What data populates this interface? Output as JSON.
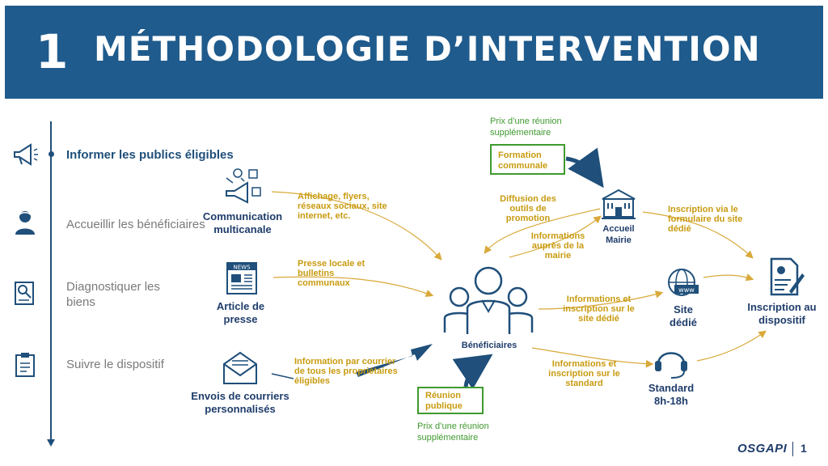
{
  "header": {
    "number": "1",
    "title": "MÉTHODOLOGIE D’INTERVENTION"
  },
  "steps": [
    {
      "label": "Informer les publics éligibles",
      "icon": "megaphone-icon",
      "active": true
    },
    {
      "label": "Accueillir les bénéficiaires",
      "icon": "receptionist-icon",
      "active": false
    },
    {
      "label": "Diagnostiquer les biens",
      "icon": "inspection-icon",
      "active": false
    },
    {
      "label": "Suivre le dispositif",
      "icon": "clipboard-icon",
      "active": false
    }
  ],
  "nodes": {
    "communication": "Communication multicanale",
    "article": "Article de presse",
    "courriers": "Envois de courriers personnalisés",
    "beneficiaires": "Bénéficiaires",
    "mairie": "Accueil Mairie",
    "site": "Site dédié",
    "standard": "Standard 8h-18h",
    "inscription": "Inscription au dispositif"
  },
  "edges": {
    "affichage": "Affichage, flyers, réseaux sociaux, site internet, etc.",
    "presse": "Presse locale et bulletins communaux",
    "courrier": "Information par courrier de tous les propriétaires éligibles",
    "diffusion": "Diffusion des outils de promotion",
    "informations_mairie": "Informations auprès de la mairie",
    "inscription_via": "Inscription via le formulaire du site dédié",
    "info_site": "Informations et inscription sur le site dédié",
    "info_standard": "Informations et inscription sur le standard"
  },
  "boxes": {
    "formation": "Formation communale",
    "reunion": "Réunion publique"
  },
  "price_notes": {
    "top": "Prix d’une réunion supplémentaire",
    "bottom": "Prix d’une réunion supplémentaire"
  },
  "footer": {
    "brand": "OSGAPI",
    "page": "1"
  },
  "colors": {
    "header": "#1f5b8c",
    "node_text": "#1f3d6b",
    "edge_label": "#c89b10",
    "green": "#3f9a2f"
  }
}
